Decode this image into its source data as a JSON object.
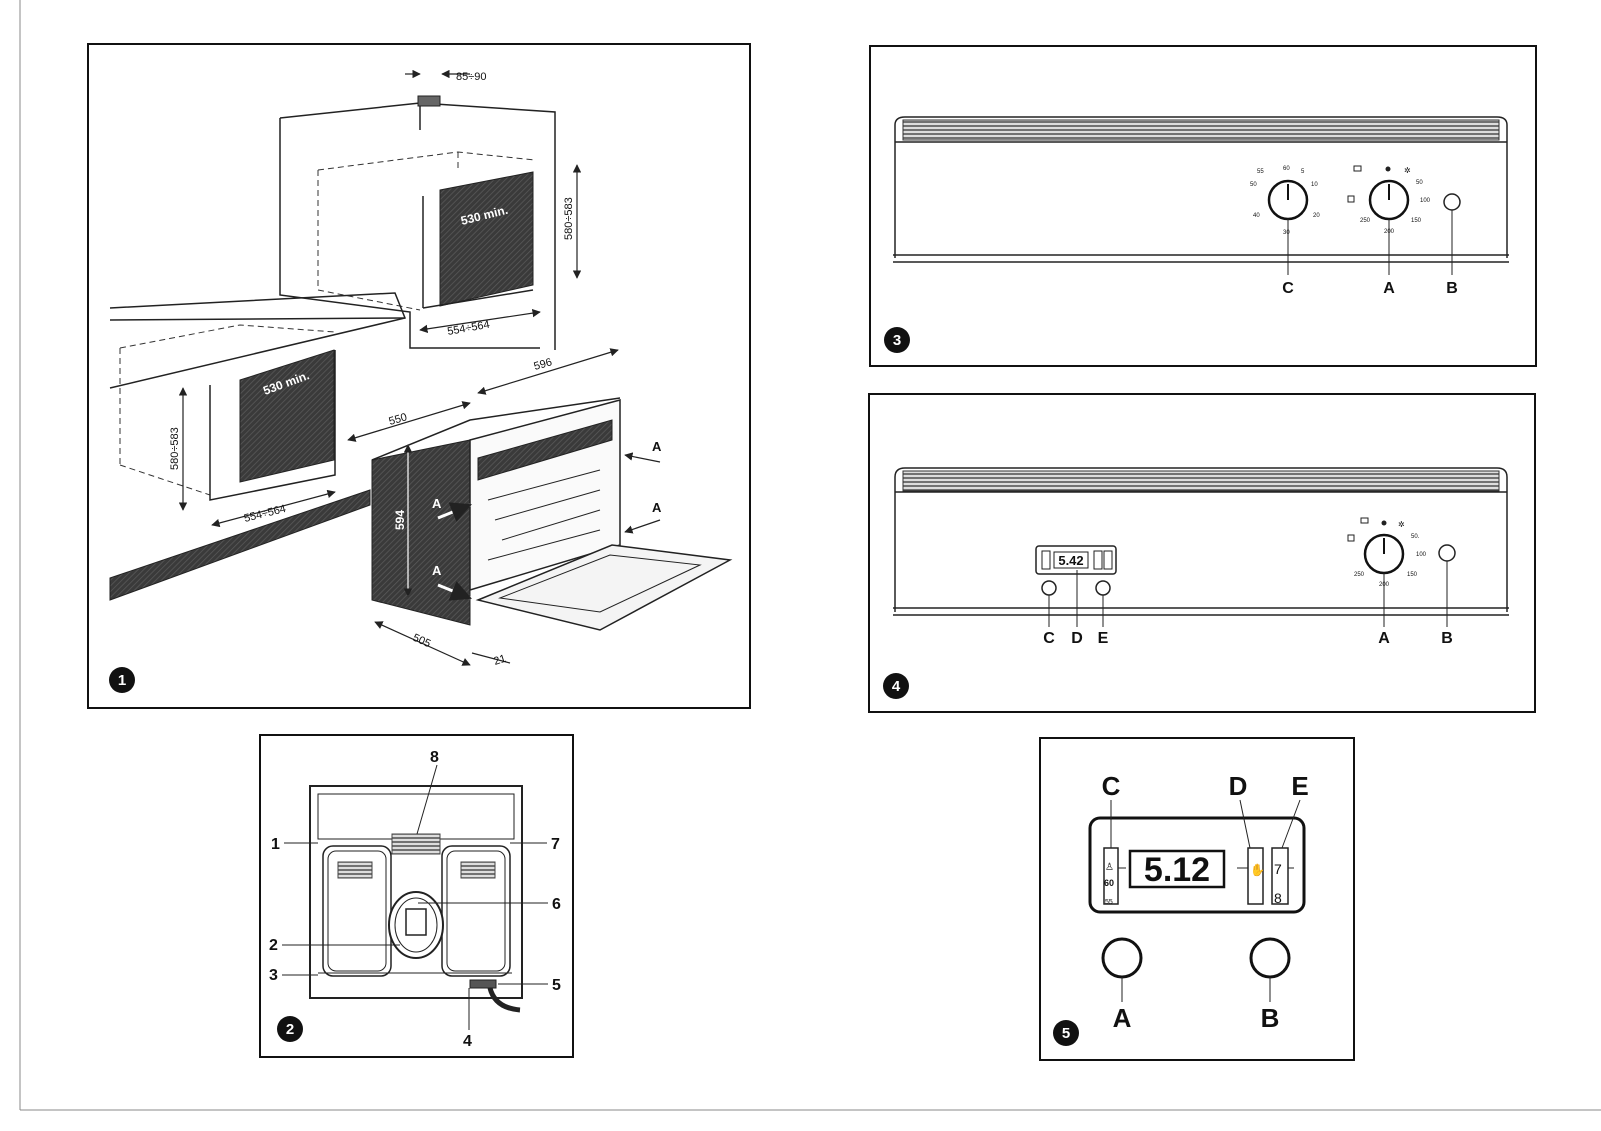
{
  "figures": {
    "fig1": {
      "number": "1",
      "dims": {
        "top_gap": "85÷90",
        "upper_height": "580÷583",
        "upper_depth_min": "530 min.",
        "upper_width": "554÷564",
        "lower_depth_min": "530 min.",
        "lower_height": "580÷583",
        "lower_width": "554÷564",
        "oven_width": "596",
        "oven_depth_top": "550",
        "oven_height": "594",
        "oven_depth_bottom": "505",
        "door_thickness": "21"
      },
      "arrow_label": "A"
    },
    "fig2": {
      "number": "2",
      "callouts": [
        "1",
        "2",
        "3",
        "4",
        "5",
        "6",
        "7",
        "8"
      ]
    },
    "fig3": {
      "number": "3",
      "timer_scale": [
        "55",
        "60",
        "5",
        "10",
        "50",
        "20",
        "40",
        "30"
      ],
      "temp_scale": [
        "50",
        "100",
        "150",
        "200",
        "250"
      ],
      "labels": {
        "c": "C",
        "a": "A",
        "b": "B"
      }
    },
    "fig4": {
      "number": "4",
      "display": "5.42",
      "temp_scale": [
        "50.",
        "100",
        "150",
        "200",
        "250"
      ],
      "labels": {
        "c": "C",
        "d": "D",
        "e": "E",
        "a": "A",
        "b": "B"
      }
    },
    "fig5": {
      "number": "5",
      "display": "5.12",
      "left_scale": [
        "60",
        "55"
      ],
      "right_scale": [
        "7",
        "8"
      ],
      "labels": {
        "c": "C",
        "d": "D",
        "e": "E",
        "a": "A",
        "b": "B"
      }
    }
  }
}
